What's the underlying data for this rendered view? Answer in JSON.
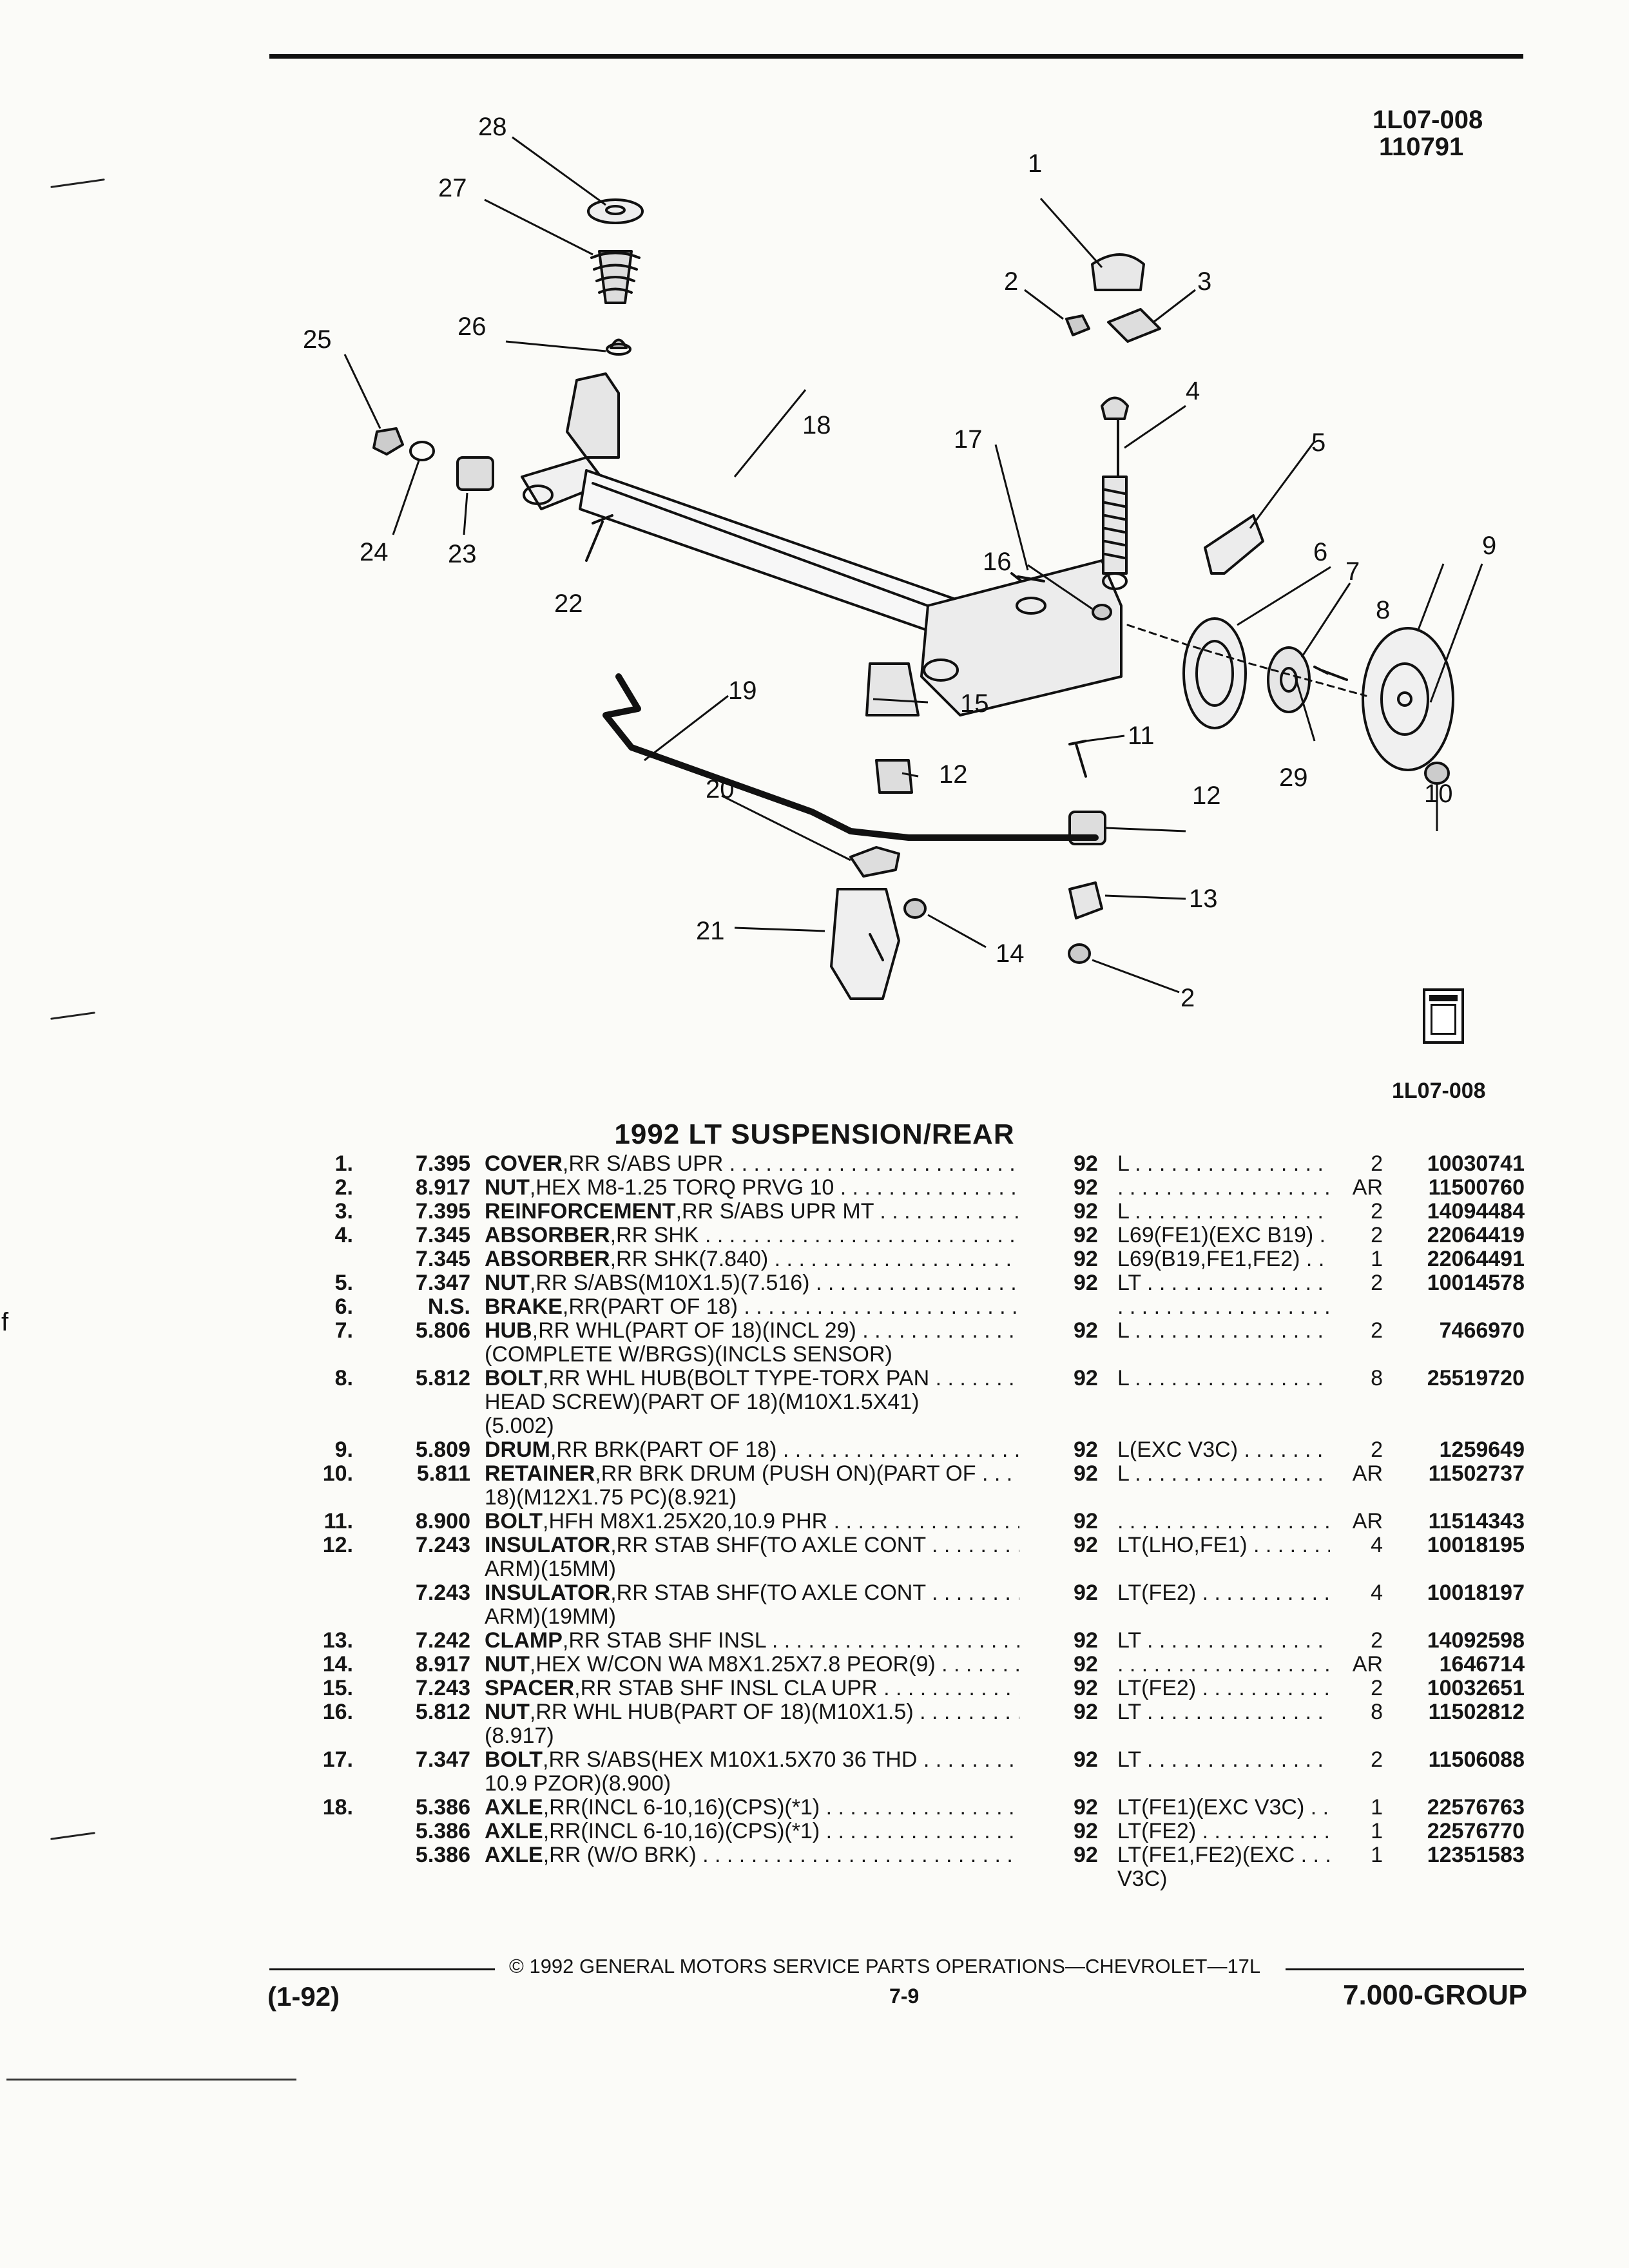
{
  "header": {
    "code_top": "1L07-008",
    "code_date": "110791",
    "code_bottom": "1L07-008",
    "stray_mark": "f"
  },
  "diagram": {
    "callouts": [
      "28",
      "27",
      "1",
      "2",
      "3",
      "26",
      "25",
      "4",
      "18",
      "17",
      "5",
      "24",
      "23",
      "16",
      "6",
      "7",
      "9",
      "22",
      "8",
      "19",
      "15",
      "11",
      "12",
      "29",
      "10",
      "12",
      "20",
      "13",
      "21",
      "14",
      "2"
    ]
  },
  "section_title": "1992 LT SUSPENSION/REAR",
  "parts": [
    {
      "num": "1.",
      "grp": "7.395",
      "name": "COVER",
      "desc": ",RR S/ABS UPR",
      "yr": "92",
      "app": "L",
      "qty": "2",
      "pn": "10030741",
      "cont": []
    },
    {
      "num": "2.",
      "grp": "8.917",
      "name": "NUT",
      "desc": ",HEX M8-1.25 TORQ PRVG 10",
      "yr": "92",
      "app": "",
      "qty": "AR",
      "pn": "11500760",
      "cont": []
    },
    {
      "num": "3.",
      "grp": "7.395",
      "name": "REINFORCEMENT",
      "desc": ",RR S/ABS UPR MT",
      "yr": "92",
      "app": "L",
      "qty": "2",
      "pn": "14094484",
      "cont": []
    },
    {
      "num": "4.",
      "grp": "7.345",
      "name": "ABSORBER",
      "desc": ",RR SHK",
      "yr": "92",
      "app": "L69(FE1)(EXC B19)",
      "qty": "2",
      "pn": "22064419",
      "cont": []
    },
    {
      "num": "",
      "grp": "7.345",
      "name": "ABSORBER",
      "desc": ",RR SHK(7.840)",
      "yr": "92",
      "app": "L69(B19,FE1,FE2)",
      "qty": "1",
      "pn": "22064491",
      "cont": []
    },
    {
      "num": "5.",
      "grp": "7.347",
      "name": "NUT",
      "desc": ",RR S/ABS(M10X1.5)(7.516)",
      "yr": "92",
      "app": "LT",
      "qty": "2",
      "pn": "10014578",
      "cont": []
    },
    {
      "num": "6.",
      "grp": "N.S.",
      "name": "BRAKE",
      "desc": ",RR(PART OF 18)",
      "yr": "",
      "app": "",
      "qty": "",
      "pn": "",
      "cont": []
    },
    {
      "num": "7.",
      "grp": "5.806",
      "name": "HUB",
      "desc": ",RR WHL(PART OF 18)(INCL 29)",
      "yr": "92",
      "app": "L",
      "qty": "2",
      "pn": "7466970",
      "cont": [
        "(COMPLETE W/BRGS)(INCLS SENSOR)"
      ]
    },
    {
      "num": "8.",
      "grp": "5.812",
      "name": "BOLT",
      "desc": ",RR WHL HUB(BOLT TYPE-TORX PAN",
      "yr": "92",
      "app": "L",
      "qty": "8",
      "pn": "25519720",
      "cont": [
        "HEAD SCREW)(PART OF 18)(M10X1.5X41)",
        "(5.002)"
      ]
    },
    {
      "num": "9.",
      "grp": "5.809",
      "name": "DRUM",
      "desc": ",RR BRK(PART OF 18)",
      "yr": "92",
      "app": "L(EXC V3C)",
      "qty": "2",
      "pn": "1259649",
      "cont": []
    },
    {
      "num": "10.",
      "grp": "5.811",
      "name": "RETAINER",
      "desc": ",RR BRK DRUM (PUSH ON)(PART OF",
      "yr": "92",
      "app": "L",
      "qty": "AR",
      "pn": "11502737",
      "cont": [
        "18)(M12X1.75 PC)(8.921)"
      ]
    },
    {
      "num": "11.",
      "grp": "8.900",
      "name": "BOLT",
      "desc": ",HFH M8X1.25X20,10.9 PHR",
      "yr": "92",
      "app": "",
      "qty": "AR",
      "pn": "11514343",
      "cont": []
    },
    {
      "num": "12.",
      "grp": "7.243",
      "name": "INSULATOR",
      "desc": ",RR STAB SHF(TO AXLE CONT",
      "yr": "92",
      "app": "LT(LHO,FE1)",
      "qty": "4",
      "pn": "10018195",
      "cont": [
        "ARM)(15MM)"
      ]
    },
    {
      "num": "",
      "grp": "7.243",
      "name": "INSULATOR",
      "desc": ",RR STAB SHF(TO AXLE CONT",
      "yr": "92",
      "app": "LT(FE2)",
      "qty": "4",
      "pn": "10018197",
      "cont": [
        "ARM)(19MM)"
      ]
    },
    {
      "num": "13.",
      "grp": "7.242",
      "name": "CLAMP",
      "desc": ",RR STAB SHF INSL",
      "yr": "92",
      "app": "LT",
      "qty": "2",
      "pn": "14092598",
      "cont": []
    },
    {
      "num": "14.",
      "grp": "8.917",
      "name": "NUT",
      "desc": ",HEX W/CON WA M8X1.25X7.8 PEOR(9)",
      "yr": "92",
      "app": "",
      "qty": "AR",
      "pn": "1646714",
      "cont": []
    },
    {
      "num": "15.",
      "grp": "7.243",
      "name": "SPACER",
      "desc": ",RR STAB SHF INSL CLA UPR",
      "yr": "92",
      "app": "LT(FE2)",
      "qty": "2",
      "pn": "10032651",
      "cont": []
    },
    {
      "num": "16.",
      "grp": "5.812",
      "name": "NUT",
      "desc": ",RR WHL HUB(PART OF 18)(M10X1.5)",
      "yr": "92",
      "app": "LT",
      "qty": "8",
      "pn": "11502812",
      "cont": [
        "(8.917)"
      ]
    },
    {
      "num": "17.",
      "grp": "7.347",
      "name": "BOLT",
      "desc": ",RR S/ABS(HEX M10X1.5X70 36 THD",
      "yr": "92",
      "app": "LT",
      "qty": "2",
      "pn": "11506088",
      "cont": [
        "10.9 PZOR)(8.900)"
      ]
    },
    {
      "num": "18.",
      "grp": "5.386",
      "name": "AXLE",
      "desc": ",RR(INCL 6-10,16)(CPS)(*1)",
      "yr": "92",
      "app": "LT(FE1)(EXC V3C)",
      "qty": "1",
      "pn": "22576763",
      "cont": []
    },
    {
      "num": "",
      "grp": "5.386",
      "name": "AXLE",
      "desc": ",RR(INCL 6-10,16)(CPS)(*1)",
      "yr": "92",
      "app": "LT(FE2)",
      "qty": "1",
      "pn": "22576770",
      "cont": []
    },
    {
      "num": "",
      "grp": "5.386",
      "name": "AXLE",
      "desc": ",RR (W/O BRK)",
      "yr": "92",
      "app": "LT(FE1,FE2)(EXC",
      "qty": "1",
      "pn": "12351583",
      "cont": [],
      "app_cont": "V3C)"
    }
  ],
  "footer": {
    "copyright": "© 1992 GENERAL MOTORS SERVICE PARTS OPERATIONS—CHEVROLET—17L",
    "date_code": "(1-92)",
    "page": "7-9",
    "group": "7.000-GROUP"
  }
}
